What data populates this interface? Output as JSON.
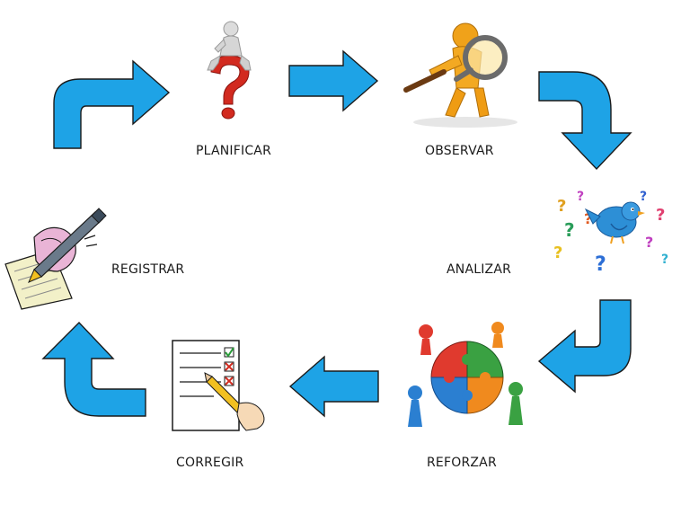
{
  "steps": {
    "planificar": {
      "label": "PLANIFICAR",
      "icon": "person-thinking-question-mark-icon"
    },
    "observar": {
      "label": "OBSERVAR",
      "icon": "person-with-magnifying-glass-icon"
    },
    "analizar": {
      "label": "ANALIZAR",
      "icon": "bird-with-question-marks-icon"
    },
    "reforzar": {
      "label": "REFORZAR",
      "icon": "people-holding-puzzle-icon"
    },
    "corregir": {
      "label": "CORREGIR",
      "icon": "checklist-with-pencil-icon"
    },
    "registrar": {
      "label": "REGISTRAR",
      "icon": "hand-writing-with-pen-icon"
    }
  },
  "colors": {
    "arrow_fill": "#1ea3e6",
    "arrow_stroke": "#1a1a1a",
    "question_mark": "#d22a1f",
    "figure_gray": "#d6d6d6",
    "magnifier_orange": "#f0a21a",
    "bird_blue": "#2d8fd6",
    "puzzle_red": "#e03a2e",
    "puzzle_green": "#3aa142",
    "puzzle_blue": "#2b7fd1",
    "puzzle_orange": "#f08a1e",
    "paper_yellow": "#f2f0c8"
  }
}
